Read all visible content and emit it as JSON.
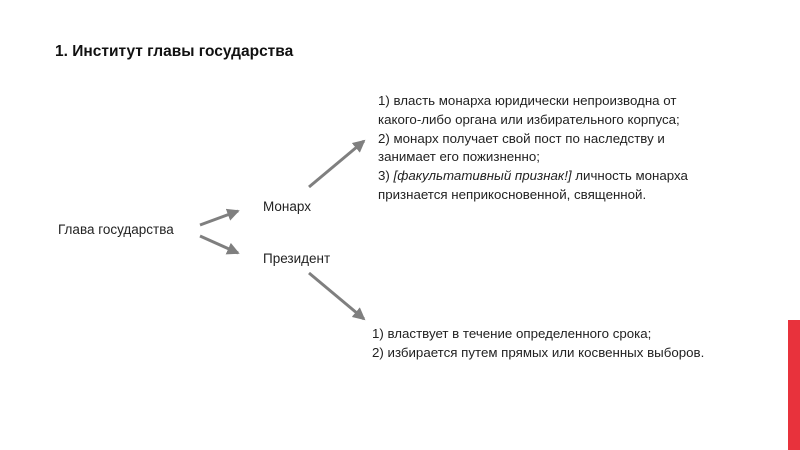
{
  "slide": {
    "title": "1. Институт главы государства",
    "accent_color": "#e8323c",
    "arrow_color": "#7f7f7f"
  },
  "diagram": {
    "root": "Глава государства",
    "branches": [
      {
        "label": "Монарх",
        "features": [
          "1) власть монарха юридически непроизводна от",
          "какого-либо органа или избирательного корпуса;",
          "2) монарх получает свой пост по наследству и",
          "занимает его пожизненно;"
        ],
        "optional_prefix": "3) ",
        "optional_marker": "[факультативный признак!]",
        "optional_rest": " личность монарха",
        "optional_last": "признается неприкосновенной, священной."
      },
      {
        "label": "Президент",
        "features": [
          "1) властвует в течение определенного срока;",
          "2) избирается путем прямых или косвенных выборов."
        ]
      }
    ]
  }
}
